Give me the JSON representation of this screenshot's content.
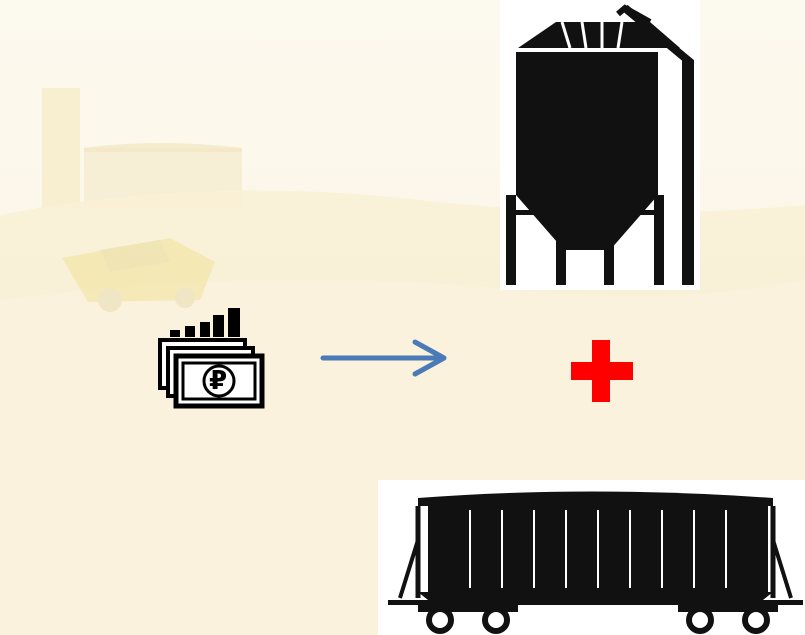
{
  "diagram": {
    "currency_symbol": "₽",
    "nodes": [
      {
        "id": "money",
        "icon": "money-growth-icon"
      },
      {
        "id": "arrow",
        "icon": "right-arrow-icon"
      },
      {
        "id": "silo",
        "icon": "grain-silo-icon"
      },
      {
        "id": "plus",
        "icon": "plus-icon"
      },
      {
        "id": "railcar",
        "icon": "hopper-railcar-icon"
      }
    ],
    "colors": {
      "background": "#fbf6e6",
      "arrow": "#4a7ab8",
      "plus": "#ff0000",
      "icons": "#000000"
    }
  }
}
